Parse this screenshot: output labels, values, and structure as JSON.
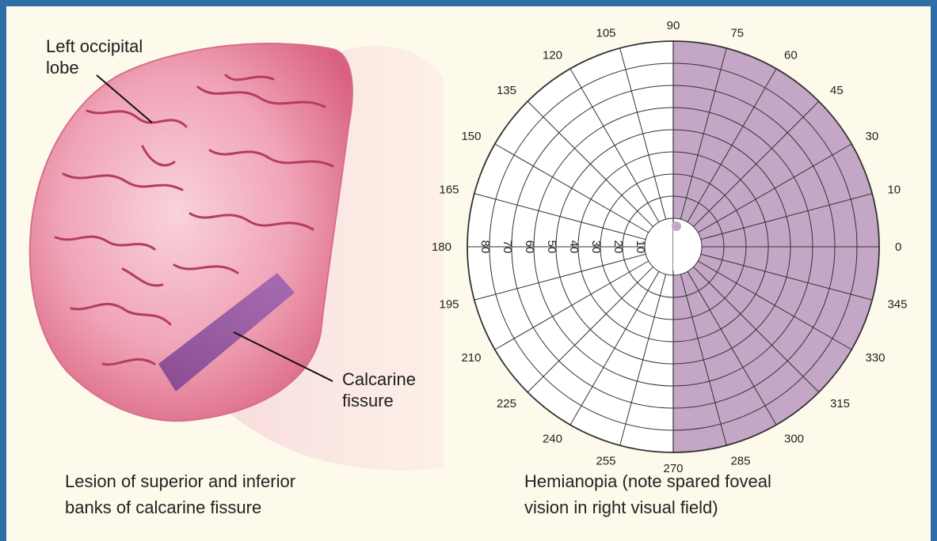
{
  "left_panel": {
    "label_occipital": [
      "Left occipital",
      "lobe"
    ],
    "label_fissure": [
      "Calcarine",
      "fissure"
    ],
    "caption": [
      "Lesion of superior and inferior",
      "banks of calcarine fissure"
    ]
  },
  "right_panel": {
    "caption": [
      "Hemianopia (note spared foveal",
      "vision in right visual field)"
    ],
    "angle_labels": [
      "0",
      "10",
      "30",
      "45",
      "60",
      "75",
      "90",
      "105",
      "120",
      "135",
      "150",
      "165",
      "180",
      "195",
      "210",
      "225",
      "240",
      "255",
      "270",
      "285",
      "300",
      "315",
      "330",
      "345"
    ],
    "radius_labels": [
      "80",
      "70",
      "60",
      "50",
      "40",
      "30",
      "20",
      "10"
    ],
    "deficit_side": "right",
    "deficit_color": "#c4a7c6"
  },
  "colors": {
    "background": "#fdfaeb",
    "border": "#2f6fa6",
    "brain_pink": "#e98aa2",
    "brain_dark": "#c24e6f",
    "lesion_purple": "#7a4fa0"
  }
}
